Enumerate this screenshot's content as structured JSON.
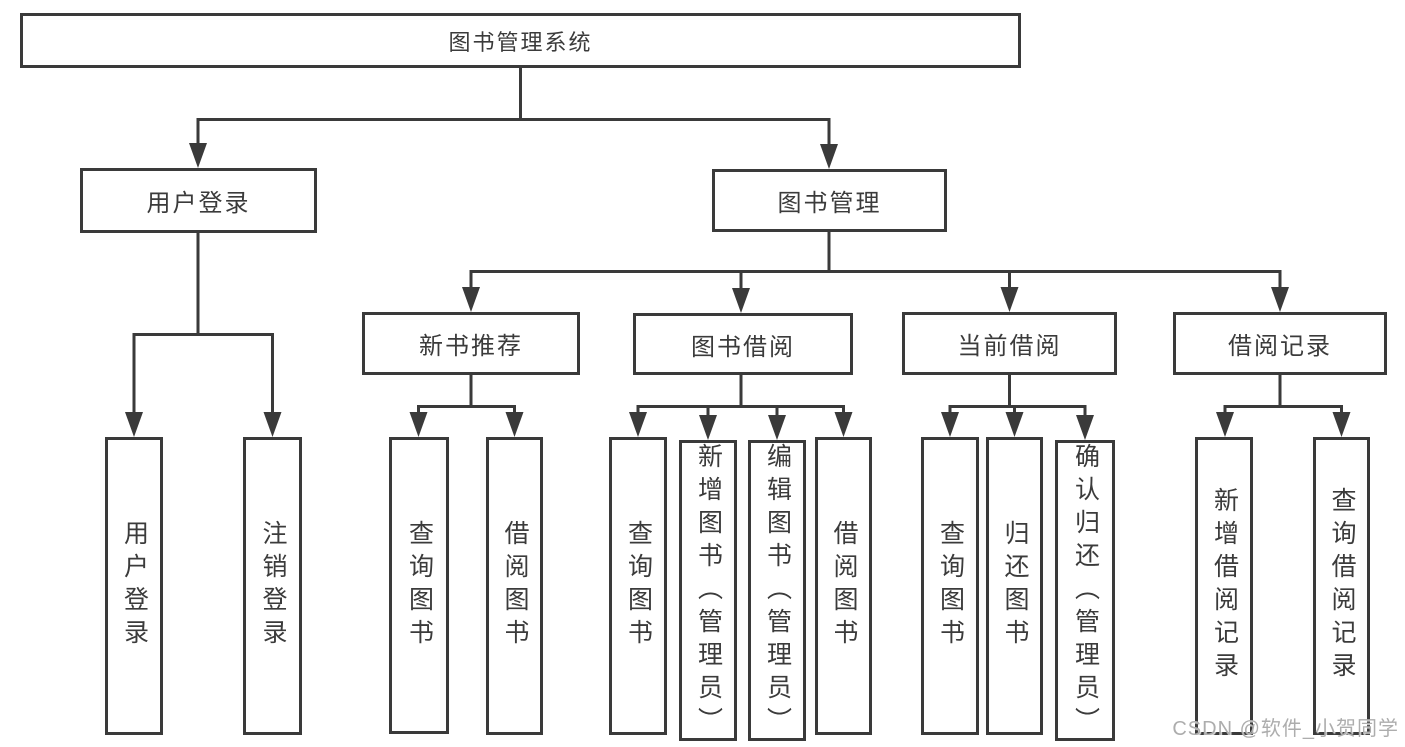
{
  "watermark": "CSDN @软件_小贺同学",
  "colors": {
    "line": "#3a3a3a",
    "text": "#3b3b3b",
    "watermark": "#adadad",
    "background": "#ffffff"
  },
  "nodes": {
    "root": {
      "label": "图书管理系统"
    },
    "user_login": {
      "label": "用户登录"
    },
    "book_mgmt": {
      "label": "图书管理"
    },
    "new_book_rec": {
      "label": "新书推荐"
    },
    "book_borrow": {
      "label": "图书借阅"
    },
    "current_borrow": {
      "label": "当前借阅"
    },
    "borrow_records": {
      "label": "借阅记录"
    },
    "leaf_user_login": {
      "label": "用户登录"
    },
    "leaf_logout": {
      "label": "注销登录"
    },
    "leaf_nb_query": {
      "label": "查询图书"
    },
    "leaf_nb_borrow": {
      "label": "借阅图书"
    },
    "leaf_bb_query": {
      "label": "查询图书"
    },
    "leaf_bb_add": {
      "label": "新增图书（管理员）"
    },
    "leaf_bb_edit": {
      "label": "编辑图书（管理员）"
    },
    "leaf_bb_borrow": {
      "label": "借阅图书"
    },
    "leaf_cb_query": {
      "label": "查询图书"
    },
    "leaf_cb_return": {
      "label": "归还图书"
    },
    "leaf_cb_confirm": {
      "label": "确认归还（管理员）"
    },
    "leaf_br_add": {
      "label": "新增借阅记录"
    },
    "leaf_br_query": {
      "label": "查询借阅记录"
    }
  },
  "edges": [
    [
      "root",
      "user_login"
    ],
    [
      "root",
      "book_mgmt"
    ],
    [
      "user_login",
      "leaf_user_login"
    ],
    [
      "user_login",
      "leaf_logout"
    ],
    [
      "book_mgmt",
      "new_book_rec"
    ],
    [
      "book_mgmt",
      "book_borrow"
    ],
    [
      "book_mgmt",
      "current_borrow"
    ],
    [
      "book_mgmt",
      "borrow_records"
    ],
    [
      "new_book_rec",
      "leaf_nb_query"
    ],
    [
      "new_book_rec",
      "leaf_nb_borrow"
    ],
    [
      "book_borrow",
      "leaf_bb_query"
    ],
    [
      "book_borrow",
      "leaf_bb_add"
    ],
    [
      "book_borrow",
      "leaf_bb_edit"
    ],
    [
      "book_borrow",
      "leaf_bb_borrow"
    ],
    [
      "current_borrow",
      "leaf_cb_query"
    ],
    [
      "current_borrow",
      "leaf_cb_return"
    ],
    [
      "current_borrow",
      "leaf_cb_confirm"
    ],
    [
      "borrow_records",
      "leaf_br_add"
    ],
    [
      "borrow_records",
      "leaf_br_query"
    ]
  ]
}
